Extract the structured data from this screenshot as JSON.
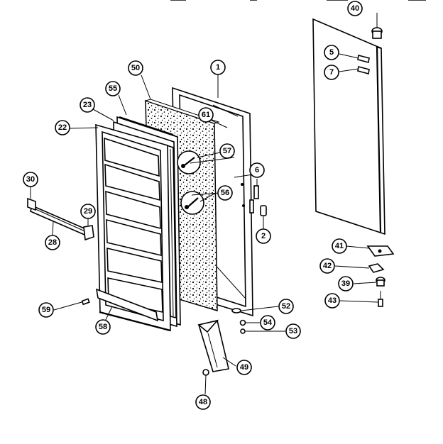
{
  "figure": {
    "top_strip_text": "",
    "callouts": [
      {
        "id": "c40",
        "label": "40"
      },
      {
        "id": "c5",
        "label": "5"
      },
      {
        "id": "c7",
        "label": "7"
      },
      {
        "id": "c1",
        "label": "1"
      },
      {
        "id": "c50",
        "label": "50"
      },
      {
        "id": "c55",
        "label": "55"
      },
      {
        "id": "c23",
        "label": "23"
      },
      {
        "id": "c22",
        "label": "22"
      },
      {
        "id": "c61",
        "label": "61"
      },
      {
        "id": "c57",
        "label": "57"
      },
      {
        "id": "c6",
        "label": "6"
      },
      {
        "id": "c56",
        "label": "56"
      },
      {
        "id": "c2",
        "label": "2"
      },
      {
        "id": "c30",
        "label": "30"
      },
      {
        "id": "c29",
        "label": "29"
      },
      {
        "id": "c28",
        "label": "28"
      },
      {
        "id": "c41",
        "label": "41"
      },
      {
        "id": "c42",
        "label": "42"
      },
      {
        "id": "c39",
        "label": "39"
      },
      {
        "id": "c43",
        "label": "43"
      },
      {
        "id": "c52",
        "label": "52"
      },
      {
        "id": "c54",
        "label": "54"
      },
      {
        "id": "c53",
        "label": "53"
      },
      {
        "id": "c59",
        "label": "59"
      },
      {
        "id": "c58",
        "label": "58"
      },
      {
        "id": "c49",
        "label": "49"
      },
      {
        "id": "c48",
        "label": "48"
      }
    ]
  }
}
